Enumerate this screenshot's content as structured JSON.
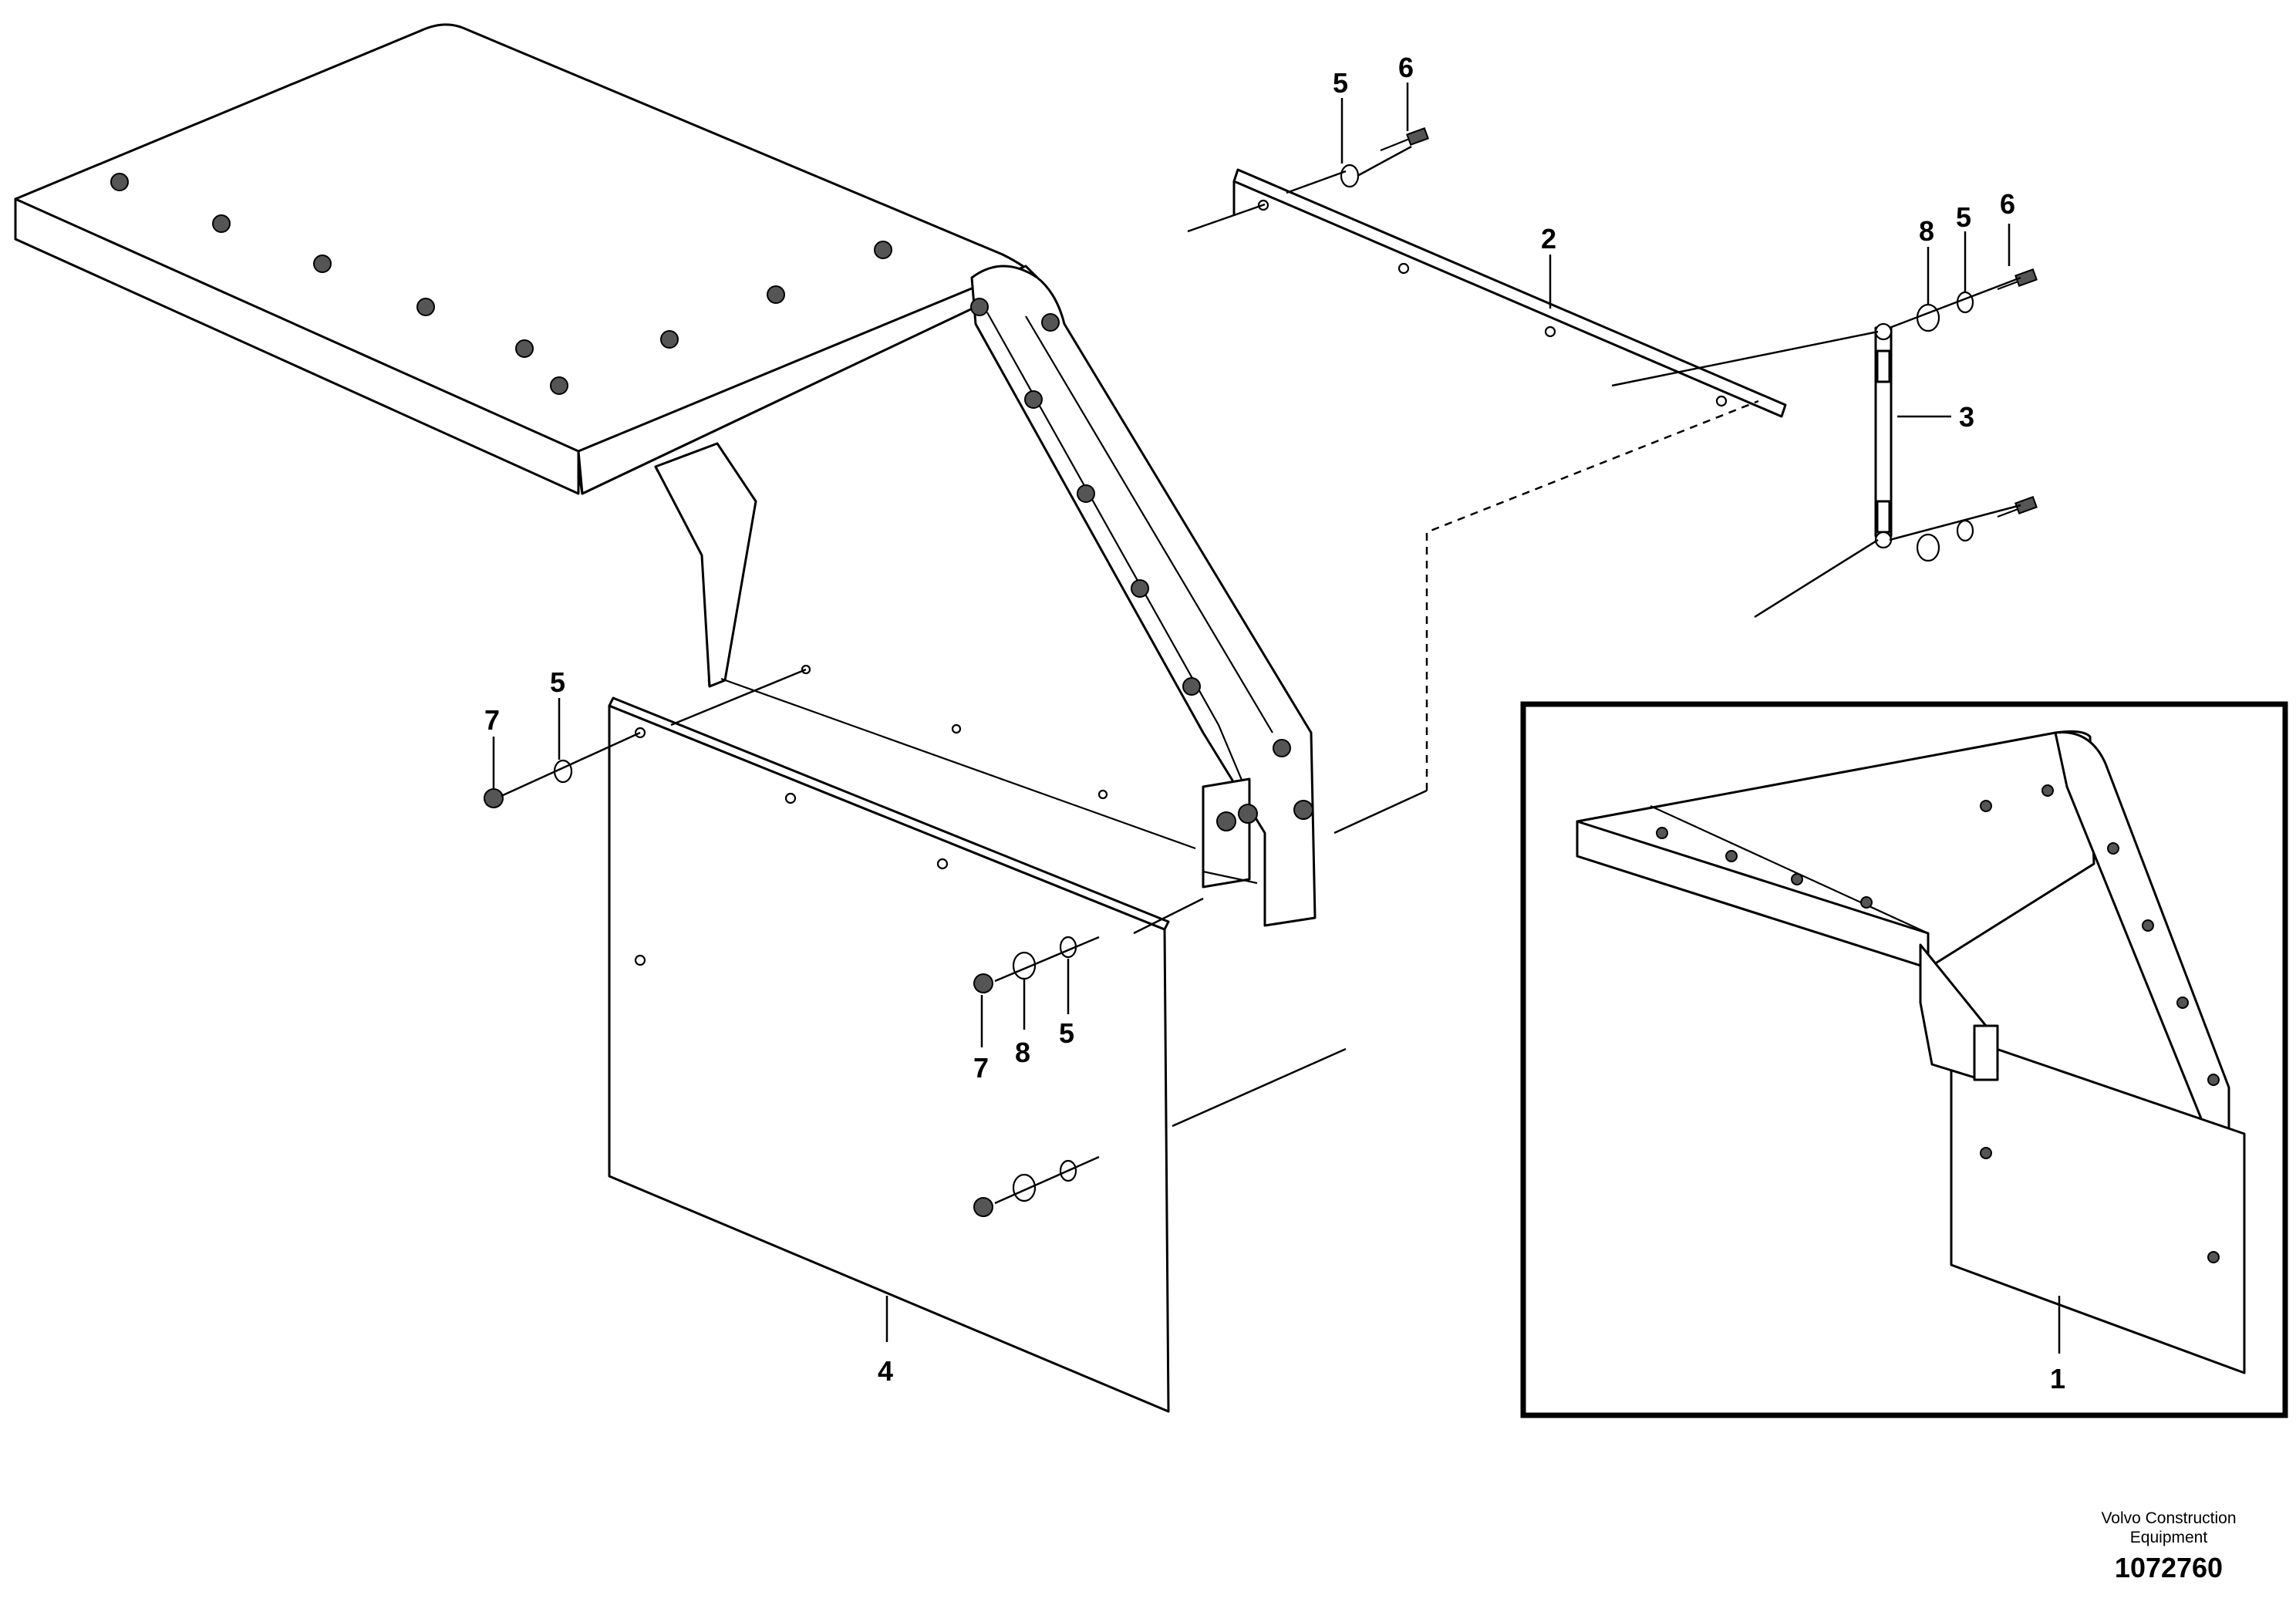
{
  "callouts": {
    "c1": "1",
    "c2": "2",
    "c3": "3",
    "c4": "4",
    "c5a": "5",
    "c6a": "6",
    "c5b": "5",
    "c6b": "6",
    "c8a": "8",
    "c5c": "5",
    "c7a": "7",
    "c7b": "7",
    "c8b": "8",
    "c5d": "5"
  },
  "footer": {
    "brand_line1": "Volvo Construction",
    "brand_line2": "Equipment",
    "drawing_number": "1072760"
  }
}
